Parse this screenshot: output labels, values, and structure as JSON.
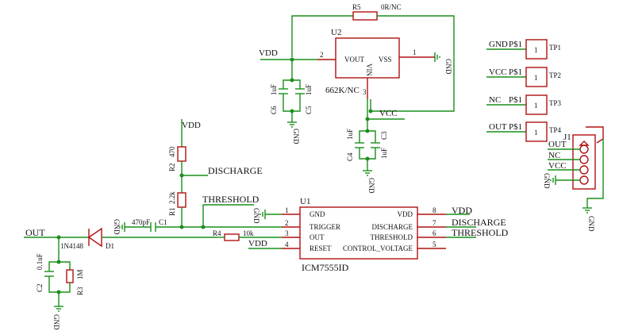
{
  "u2": {
    "ref": "U2",
    "part": "662K/NC",
    "vout": "VOUT",
    "vss": "VSS",
    "vin": "VIN",
    "pin_vout": "2",
    "pin_vss": "1",
    "pin_vin": "3",
    "net_left": "VDD",
    "net_right": "VCC"
  },
  "r5": {
    "ref": "R5",
    "value": "0R/NC"
  },
  "c6": {
    "ref": "C6",
    "value": "1uF"
  },
  "c5": {
    "ref": "C5",
    "value": "1uF"
  },
  "c4": {
    "ref": "C4",
    "value": "1uF"
  },
  "c3": {
    "ref": "C3",
    "value": "1uF"
  },
  "gnd": "GND",
  "timing": {
    "vdd": "VDD",
    "r2_ref": "R2",
    "r2_value": "470",
    "discharge": "DISCHARGE",
    "r1_ref": "R1",
    "r1_value": "2.2k",
    "threshold": "THRESHOLD",
    "c1_ref": "C1",
    "c1_value": "470pF"
  },
  "out_section": {
    "out": "OUT",
    "d1_ref": "D1",
    "d1_value": "1N4148",
    "c2_ref": "C2",
    "c2_value": "0.1uF",
    "r3_ref": "R3",
    "r3_value": "1M",
    "r4_ref": "R4",
    "r4_value": "10k"
  },
  "u1": {
    "ref": "U1",
    "part": "ICM7555ID",
    "left_pins": [
      {
        "num": "1",
        "name": "GND"
      },
      {
        "num": "2",
        "name": "TRIGGER"
      },
      {
        "num": "3",
        "name": "OUT"
      },
      {
        "num": "4",
        "name": "RESET"
      }
    ],
    "right_pins": [
      {
        "num": "8",
        "name": "VDD"
      },
      {
        "num": "7",
        "name": "DISCHARGE"
      },
      {
        "num": "6",
        "name": "THRESHOLD"
      },
      {
        "num": "5",
        "name": "CONTROL_VOLTAGE"
      }
    ],
    "right_nets": [
      "VDD",
      "DISCHARGE",
      "THRESHOLD"
    ],
    "reset_net": "VDD"
  },
  "testpoints": [
    {
      "net": "GND",
      "pad": "P$1",
      "pin": "1",
      "ref": "TP1"
    },
    {
      "net": "VCC",
      "pad": "P$1",
      "pin": "1",
      "ref": "TP2"
    },
    {
      "net": "NC",
      "pad": "P$1",
      "pin": "1",
      "ref": "TP3"
    },
    {
      "net": "OUT",
      "pad": "P$1",
      "pin": "1",
      "ref": "TP4"
    }
  ],
  "j1": {
    "ref": "J1",
    "nets": [
      "OUT",
      "NC",
      "VCC",
      "GND"
    ]
  }
}
